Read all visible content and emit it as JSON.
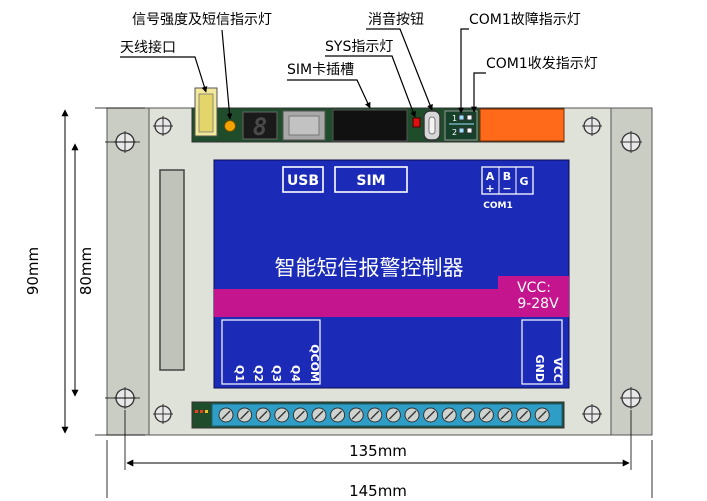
{
  "callouts": {
    "signal_led": "信号强度及短信指示灯",
    "antenna": "天线接口",
    "sim_slot": "SIM卡插槽",
    "mute_button": "消音按钮",
    "sys_led": "SYS指示灯",
    "com1_fault_led": "COM1故障指示灯",
    "com1_txrx_led": "COM1收发指示灯"
  },
  "panel": {
    "usb_label": "USB",
    "sim_label": "SIM",
    "com1": {
      "a": "A",
      "b": "B",
      "g": "G",
      "plus": "+",
      "minus": "−",
      "label": "COM1"
    },
    "title": "智能短信报警控制器",
    "vcc_line1": "VCC:",
    "vcc_line2": "9-28V",
    "outputs": [
      "Q1",
      "Q2",
      "Q3",
      "Q4",
      "QCOM"
    ],
    "power": [
      "GND",
      "VCC"
    ],
    "seven_segment": "8",
    "led_row_labels": [
      "1",
      "2"
    ]
  },
  "dimensions": {
    "outer_height": "90mm",
    "inner_height": "80mm",
    "inner_width": "135mm",
    "outer_width": "145mm"
  },
  "colors": {
    "panel_blue": "#1b2bb8",
    "magenta_band": "#c4158e",
    "rail_gray": "#c9cdc3",
    "board_green": "#1f4d2c",
    "terminal_orange": "#ff6a1a"
  }
}
